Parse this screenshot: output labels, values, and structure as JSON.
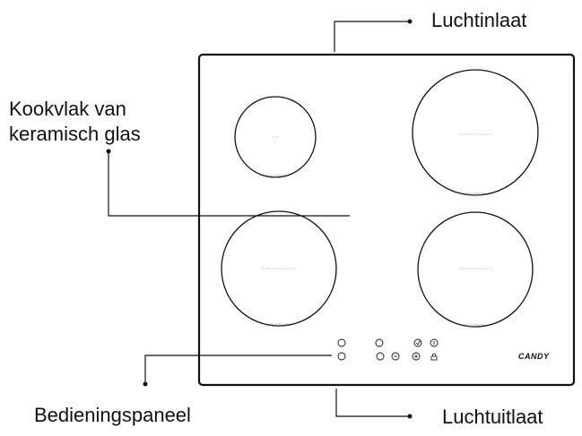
{
  "labels": {
    "air_inlet": "Luchtinlaat",
    "glass_surface_line1": "Kookvlak van",
    "glass_surface_line2": "keramisch  glas",
    "control_panel": "Bedieningspaneel",
    "air_outlet": "Luchtuitlaat"
  },
  "hob": {
    "brand": "CANDY",
    "zone_marking": "INDUCTION"
  },
  "icons": [
    "circle-button-icon",
    "minus-icon",
    "plus-icon",
    "timer-icon",
    "power-icon",
    "lock-icon"
  ],
  "colors": {
    "line": "#111111",
    "background": "#ffffff"
  }
}
